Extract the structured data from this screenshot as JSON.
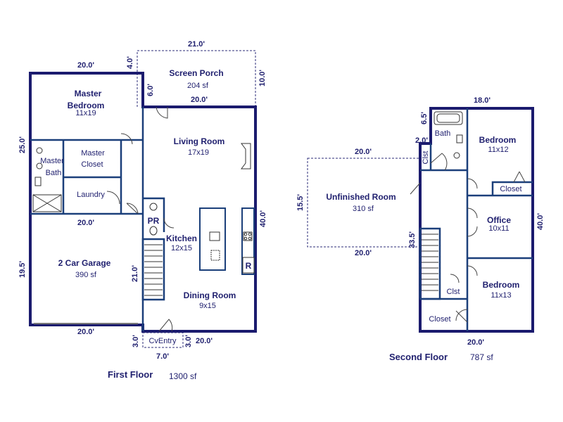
{
  "first_floor": {
    "title": "First Floor",
    "sf": "1300 sf",
    "rooms": {
      "master_bedroom": {
        "name_line1": "Master",
        "name_line2": "Bedroom",
        "size": "11x19"
      },
      "master_closet": {
        "name_line1": "Master",
        "name_line2": "Closet"
      },
      "master_bath": {
        "name_line1": "Master",
        "name_line2": "Bath"
      },
      "laundry": {
        "name": "Laundry"
      },
      "screen_porch": {
        "name": "Screen Porch",
        "size": "204 sf"
      },
      "living_room": {
        "name": "Living Room",
        "size": "17x19"
      },
      "pr": {
        "name": "PR"
      },
      "kitchen": {
        "name": "Kitchen",
        "size": "12x15"
      },
      "range": {
        "name": "R"
      },
      "dining_room": {
        "name": "Dining Room",
        "size": "9x15"
      },
      "garage": {
        "name": "2 Car Garage",
        "size": "390 sf"
      },
      "cv_entry": {
        "name": "CvEntry"
      }
    },
    "dimensions": {
      "top_left": "20.0'",
      "porch_top": "21.0'",
      "porch_left": "4.0'",
      "porch_left_lower": "6.0'",
      "porch_right": "10.0'",
      "porch_bottom": "20.0'",
      "left_upper": "25.0'",
      "garage_top": "20.0'",
      "garage_left": "19.5'",
      "garage_right": "21.0'",
      "garage_bottom": "20.0'",
      "right": "40.0'",
      "entry_left": "3.0'",
      "entry_right": "3.0'",
      "entry_bottom": "7.0'",
      "bottom_right": "20.0'"
    }
  },
  "second_floor": {
    "title": "Second Floor",
    "sf": "787 sf",
    "rooms": {
      "bath": {
        "name": "Bath"
      },
      "clst_top": {
        "name": "Clst"
      },
      "bedroom_top": {
        "name": "Bedroom",
        "size": "11x12"
      },
      "closet_top": {
        "name": "Closet"
      },
      "unfinished": {
        "name": "Unfinished Room",
        "size": "310 sf"
      },
      "office": {
        "name": "Office",
        "size": "10x11"
      },
      "clst_bottom": {
        "name": "Clst"
      },
      "bedroom_bottom": {
        "name": "Bedroom",
        "size": "11x13"
      },
      "closet_bottom": {
        "name": "Closet"
      }
    },
    "dimensions": {
      "top": "18.0'",
      "bath_left": "6.5'",
      "clst_left": "2.0'",
      "unfinished_top": "20.0'",
      "unfinished_left": "15.5'",
      "unfinished_bottom": "20.0'",
      "left": "33.5'",
      "right": "40.0'",
      "bottom": "20.0'"
    }
  }
}
